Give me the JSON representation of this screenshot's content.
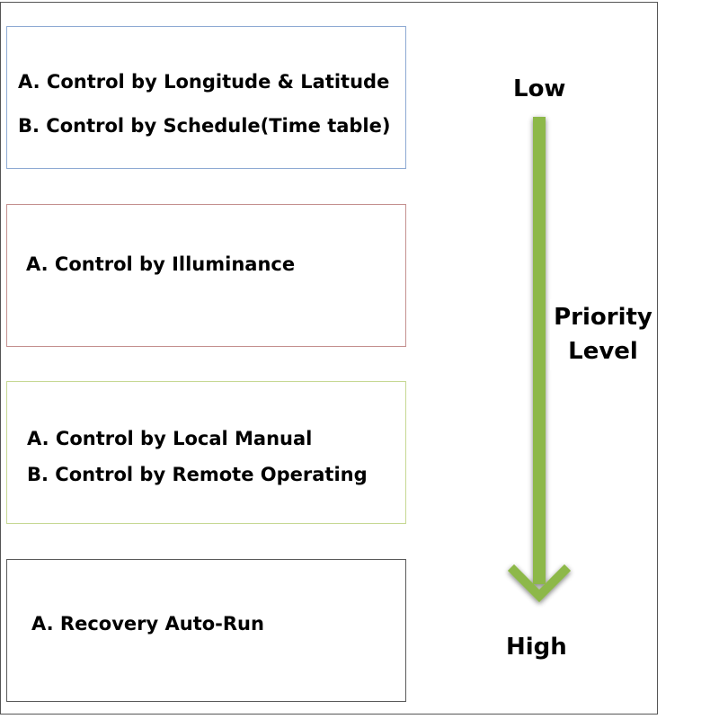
{
  "boxes": [
    {
      "border_color": "#8eaad3",
      "items": [
        "A. Control by Longitude & Latitude",
        "B.  Control by Schedule(Time table)"
      ]
    },
    {
      "border_color": "#c4908f",
      "items": [
        "A. Control by Illuminance"
      ]
    },
    {
      "border_color": "#c6d893",
      "items": [
        "A. Control by Local Manual",
        "B. Control by Remote Operating"
      ]
    },
    {
      "border_color": "#5a5a5a",
      "items": [
        "A. Recovery Auto-Run"
      ]
    }
  ],
  "priority": {
    "low_label": "Low",
    "title_line1": "Priority",
    "title_line2": "Level",
    "high_label": "High",
    "arrow_color": "#8db84a",
    "arrow_icon": "down-arrow-icon"
  }
}
